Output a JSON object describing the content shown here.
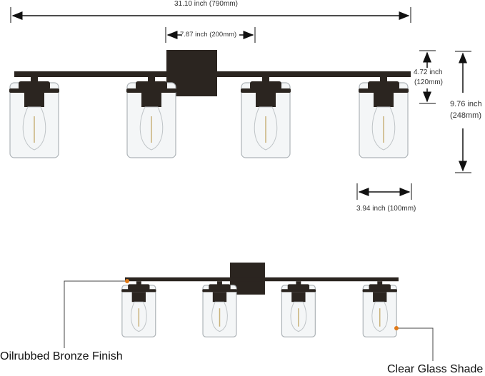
{
  "dimensions": {
    "total_width": "31.10 inch (790mm)",
    "backplate_width": "7.87 inch (200mm)",
    "shade_height_in": "4.72 inch",
    "shade_height_mm": "(120mm)",
    "total_height_in": "9.76 inch",
    "total_height_mm": "(248mm)",
    "shade_width": "3.94 inch (100mm)"
  },
  "callouts": {
    "finish": "Oilrubbed Bronze Finish",
    "shade": "Clear Glass Shade"
  },
  "colors": {
    "bronze": "#2b2520",
    "callout_dot": "#e07b1a",
    "arrow": "#111111"
  }
}
